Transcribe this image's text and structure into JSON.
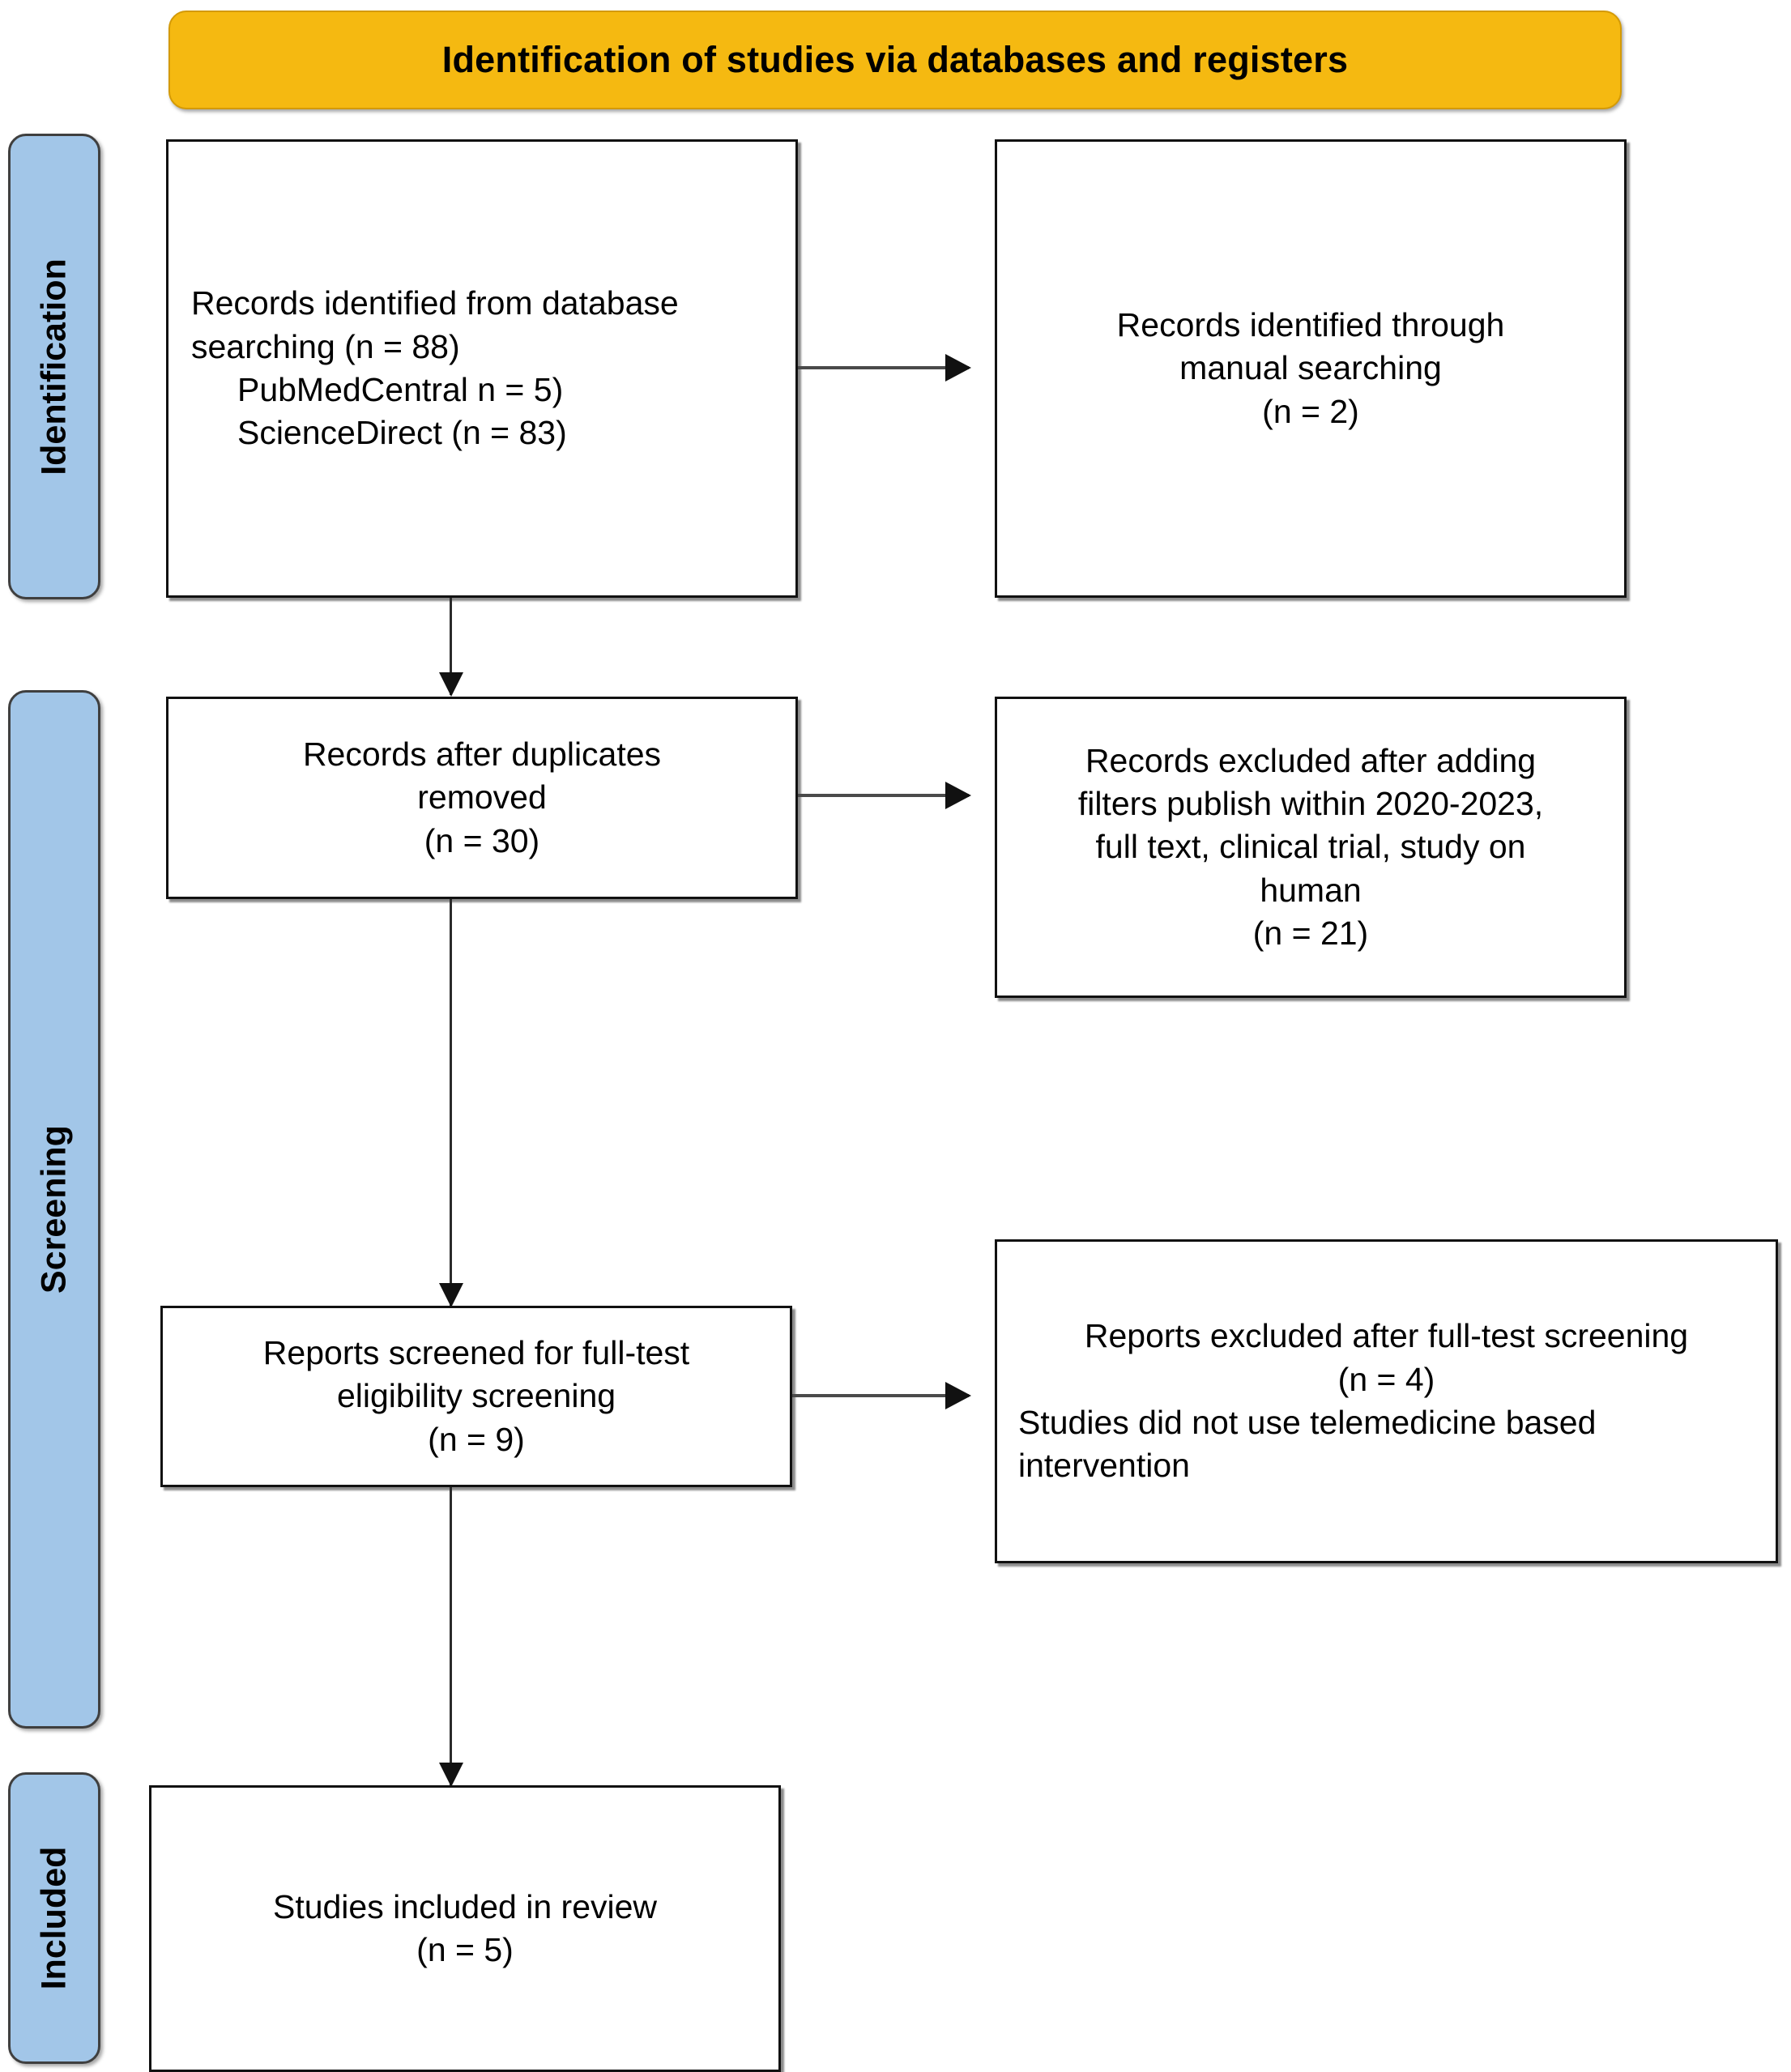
{
  "diagram": {
    "type": "prisma-flow-diagram",
    "banner": {
      "title": "Identification of studies via databases and registers",
      "color": "#F5B911"
    },
    "stages": [
      {
        "key": "identification",
        "label": "Identification",
        "color": "#A2C6E8"
      },
      {
        "key": "screening",
        "label": "Screening",
        "color": "#A2C6E8"
      },
      {
        "key": "included",
        "label": "Included",
        "color": "#A2C6E8"
      }
    ],
    "boxes": [
      {
        "key": "records-identified-database",
        "stage": "identification",
        "align": "left",
        "text": "Records identified from database\nsearching (n = 88)\n     PubMedCentral n = 5)\n     ScienceDirect (n = 83)",
        "counts": {
          "total": 88,
          "PubMedCentral": 5,
          "ScienceDirect": 83
        }
      },
      {
        "key": "records-identified-manual",
        "stage": "identification",
        "align": "center",
        "text": "Records identified through\nmanual searching\n(n = 2)",
        "counts": {
          "total": 2
        }
      },
      {
        "key": "records-after-duplicates",
        "stage": "screening",
        "align": "center",
        "text": "Records after duplicates\nremoved\n(n = 30)",
        "counts": {
          "total": 30
        }
      },
      {
        "key": "records-excluded-filters",
        "stage": "screening",
        "align": "center",
        "text": "Records excluded after adding\nfilters publish within 2020-2023,\nfull text, clinical trial, study on\nhuman\n(n = 21)",
        "counts": {
          "total": 21
        }
      },
      {
        "key": "reports-screened-eligibility",
        "stage": "screening",
        "align": "center",
        "text": "Reports screened for full-test\neligibility screening\n(n = 9)",
        "counts": {
          "total": 9
        }
      },
      {
        "key": "reports-excluded-fulltext",
        "stage": "screening",
        "align": "left",
        "text_line_1": "Reports excluded after full-test screening",
        "text_line_2": "(n = 4)",
        "text_line_3": "Studies did not use telemedicine based\nintervention",
        "counts": {
          "total": 4
        }
      },
      {
        "key": "studies-included-review",
        "stage": "included",
        "align": "center",
        "text": "Studies included in review\n(n = 5)",
        "counts": {
          "total": 5
        }
      }
    ]
  }
}
